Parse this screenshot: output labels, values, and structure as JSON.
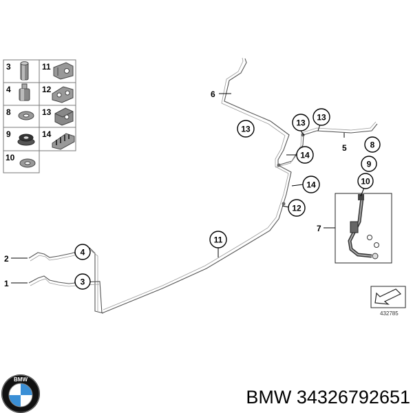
{
  "legend": {
    "cells": [
      {
        "num": "3",
        "icon": "sleeve-nut-icon"
      },
      {
        "num": "11",
        "icon": "pipe-clip-icon"
      },
      {
        "num": "4",
        "icon": "union-nut-icon"
      },
      {
        "num": "12",
        "icon": "double-clip-icon"
      },
      {
        "num": "8",
        "icon": "washer-icon"
      },
      {
        "num": "13",
        "icon": "bracket-clip-icon"
      },
      {
        "num": "9",
        "icon": "grommet-icon"
      },
      {
        "num": "14",
        "icon": "multi-clip-icon"
      },
      {
        "num": "10",
        "icon": "flat-washer-icon"
      }
    ]
  },
  "callouts": {
    "c1": "1",
    "c2": "2",
    "c3": "3",
    "c4": "4",
    "c5": "5",
    "c6": "6",
    "c7": "7",
    "c8": "8",
    "c9": "9",
    "c10": "10",
    "c11": "11",
    "c12": "12",
    "c13a": "13",
    "c13b": "13",
    "c13c": "13",
    "c14a": "14",
    "c14b": "14"
  },
  "diagram_id": "432785",
  "brand_logo": {
    "letters": "BMW",
    "icon": "bmw-roundel-icon"
  },
  "caption": "BMW 34326792651",
  "colors": {
    "line": "#555555",
    "bubble_stroke": "#000000",
    "logo_blue": "#3a8fd6"
  }
}
